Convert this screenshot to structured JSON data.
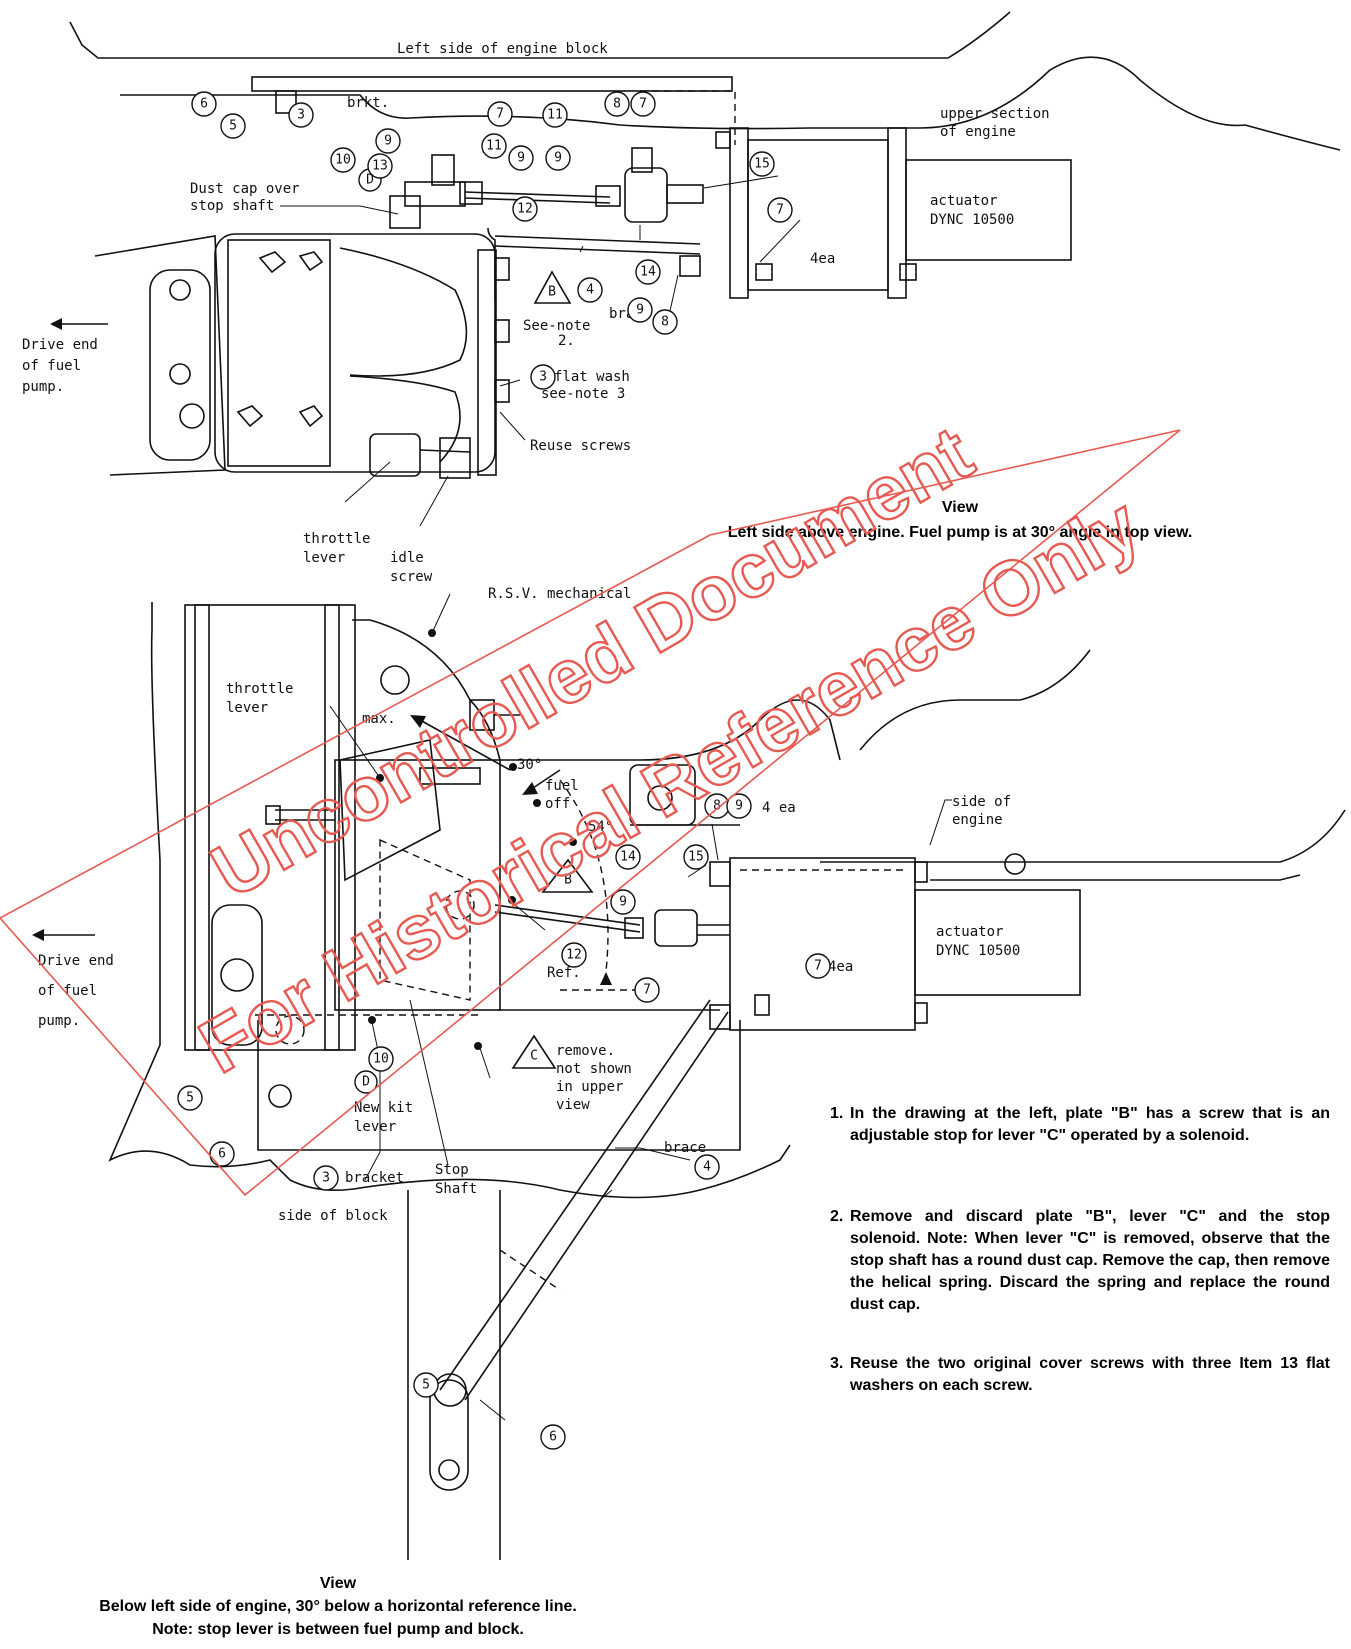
{
  "upper_view": {
    "labels": {
      "engine_block": "Left side of engine block",
      "brkt": "brkt.",
      "upper_section_1": "upper section",
      "upper_section_2": "of engine",
      "actuator_1": "actuator",
      "actuator_2": "DYNC 10500",
      "four_ea": "4ea",
      "dust_cap_1": "Dust cap over",
      "dust_cap_2": "stop shaft",
      "brace": "brace",
      "see_note_2a": "See-note",
      "see_note_2b": "2.",
      "flat_wash": "flat wash",
      "see_note_3": "see-note 3",
      "reuse_screws": "Reuse screws",
      "drive_end_1": "Drive end",
      "drive_end_2": "of fuel",
      "drive_end_3": "pump.",
      "throttle_1": "throttle",
      "throttle_2": "lever",
      "idle_1": "idle",
      "idle_2": "screw",
      "tri_B": "B",
      "circle_D": "D"
    },
    "callouts": [
      "6",
      "5",
      "3",
      "7",
      "11",
      "8",
      "7",
      "9",
      "13",
      "10",
      "11",
      "9",
      "9",
      "15",
      "12",
      "7",
      "14",
      "4",
      "9",
      "8",
      "3"
    ],
    "caption_1": "View",
    "caption_2": "Left side above engine. Fuel pump is at 30° angle in top view."
  },
  "lower_view": {
    "labels": {
      "rsv": "R.S.V. mechanical",
      "throttle_1": "throttle",
      "throttle_2": "lever",
      "max": "max.",
      "deg30": "30°",
      "fuel": "fuel",
      "off": "off",
      "deg54": "54°",
      "side_engine_1": "side of",
      "side_engine_2": "engine",
      "four_ea_a": "4 ea",
      "actuator_1": "actuator",
      "actuator_2": "DYNC 10500",
      "four_ea_b": "4ea",
      "ref": "Ref.",
      "drive_end_1": "Drive end",
      "drive_end_2": "of fuel",
      "drive_end_3": "pump.",
      "remove_1": "remove.",
      "remove_2": "not shown",
      "remove_3": "in upper",
      "remove_4": "view",
      "new_kit_1": "New kit",
      "new_kit_2": "lever",
      "bracket": "bracket",
      "stop_1": "Stop",
      "stop_2": "Shaft",
      "brace": "brace",
      "side_block": "side of block",
      "tri_B": "B",
      "tri_C": "C",
      "circle_D": "D"
    },
    "callouts": [
      "8",
      "9",
      "14",
      "15",
      "9",
      "12",
      "7",
      "7",
      "10",
      "5",
      "6",
      "3",
      "4",
      "5",
      "6"
    ],
    "caption_1": "View",
    "caption_2": "Below left side of engine, 30° below a horizontal reference line.",
    "caption_3": "Note: stop lever is between fuel pump and block."
  },
  "notes": [
    {
      "num": "1.",
      "text": "In the drawing at the left, plate \"B\" has a screw that is an adjustable stop for lever \"C\" operated by a solenoid."
    },
    {
      "num": "2.",
      "text": "Remove and discard plate \"B\", lever \"C\" and the stop solenoid. Note: When lever \"C\" is removed, observe that the stop shaft has a round dust cap. Remove the cap, then remove the helical spring. Discard the spring and replace the round dust cap."
    },
    {
      "num": "3.",
      "text": "Reuse the two original cover screws with three Item 13 flat washers on each screw."
    }
  ],
  "watermark": {
    "line1": "Uncontrolled Document",
    "line2": "For Historical Reference Only",
    "color": "#e65a52"
  }
}
